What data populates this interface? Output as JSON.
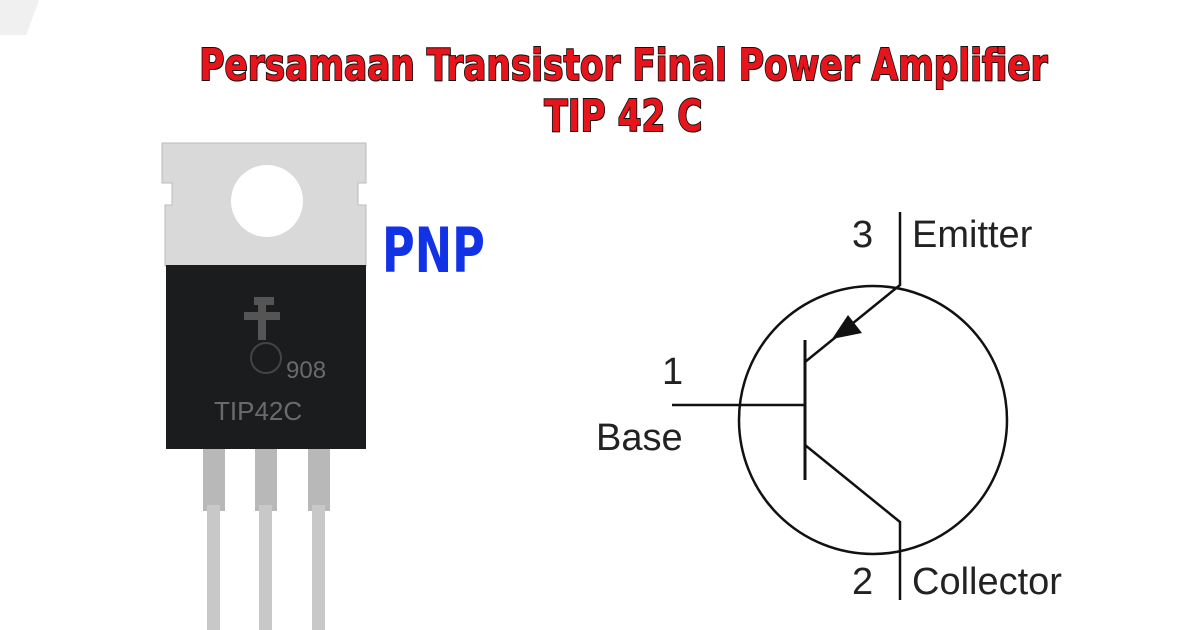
{
  "title": "Persamaan Transistor Final Power Amplifier TIP 42 C",
  "type_label": "PNP",
  "package_marking": {
    "code": "908",
    "part": "TIP42C"
  },
  "symbol": {
    "pins": [
      {
        "number": "3",
        "name": "Emitter"
      },
      {
        "number": "1",
        "name": "Base"
      },
      {
        "number": "2",
        "name": "Collector"
      }
    ]
  }
}
